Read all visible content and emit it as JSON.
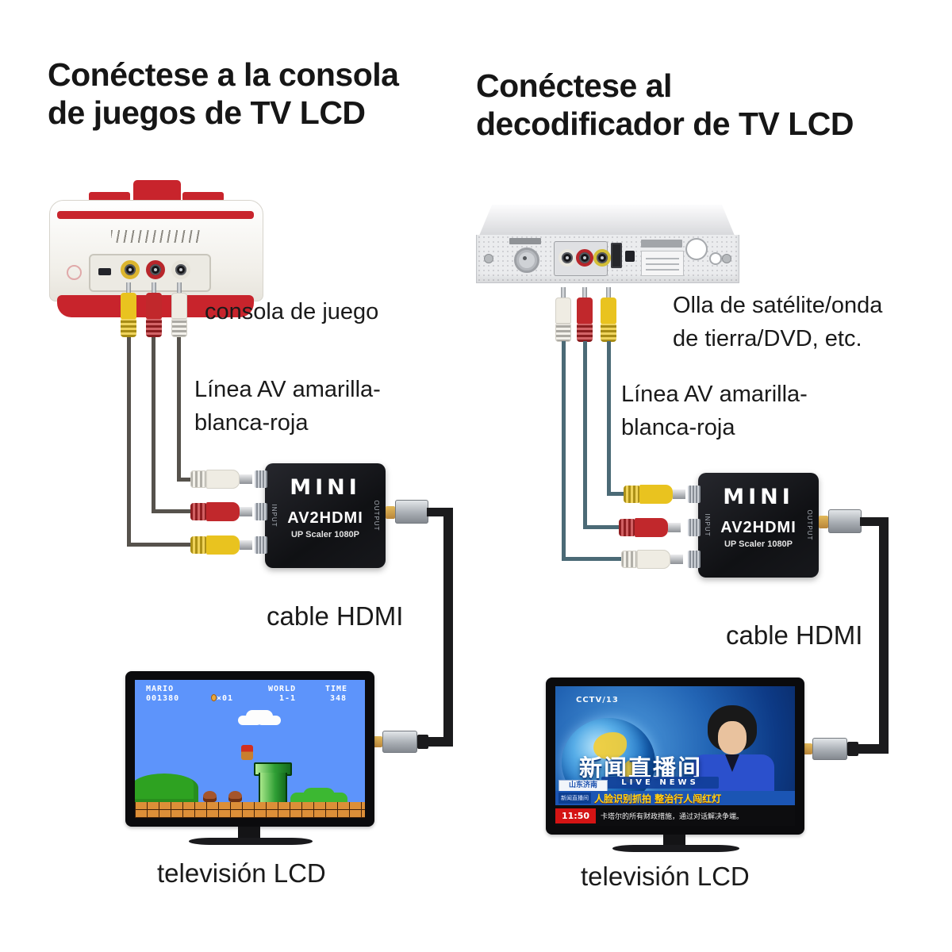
{
  "titles": {
    "left_line1": "Conéctese a la consola",
    "left_line2": "de juegos de TV LCD",
    "right_line1": "Conéctese al",
    "right_line2": "decodificador de TV LCD"
  },
  "labels": {
    "console": "consola de juego",
    "av_line1": "Línea AV amarilla-",
    "av_line2": "blanca-roja",
    "source_line1": "Olla de satélite/onda",
    "source_line2": "de tierra/DVD, etc.",
    "hdmi_cable": "cable HDMI",
    "tv": "televisión LCD"
  },
  "converter": {
    "brand": "MINI",
    "model": "AV2HDMI",
    "scaler": "UP Scaler 1080P",
    "input": "INPUT",
    "output": "OUTPUT"
  },
  "mario_hud": {
    "player": "MARIO",
    "score": "001380",
    "coins": "×01",
    "world_label": "WORLD",
    "world": "1-1",
    "time_label": "TIME",
    "time": "348"
  },
  "news": {
    "channel": "CCTV/13",
    "title": "新闻直播间",
    "live": "LIVE NEWS",
    "location": "山东济南",
    "tag": "新闻直播间",
    "headline": "人脸识别抓拍 整治行人闯红灯",
    "time": "11:50",
    "ticker": "卡塔尔的所有财政措施，通过对话解决争端。"
  },
  "colors": {
    "rca_yellow": "#e9c31f",
    "rca_red": "#c1282c",
    "rca_white": "#efece3",
    "cable_gray": "#56524c",
    "cable_teal": "#4b6a76",
    "hdmi_black": "#1b1b1d",
    "console_red": "#c8242c",
    "mario_sky": "#5d94fb",
    "news_blue": "#1b55b4"
  }
}
